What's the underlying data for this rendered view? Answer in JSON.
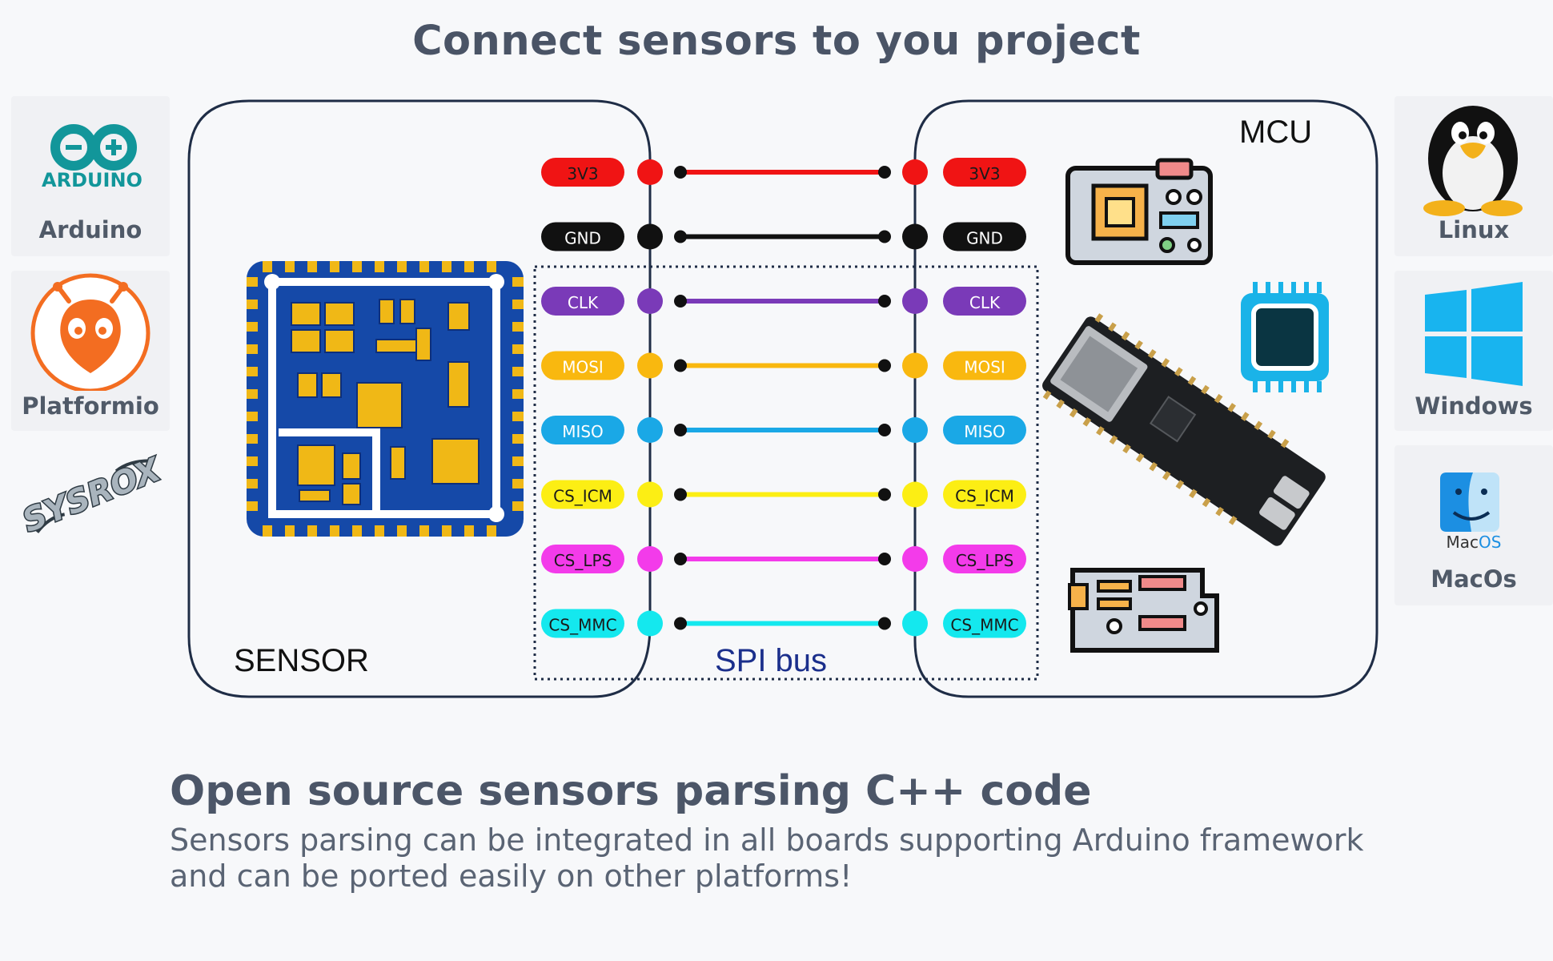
{
  "title": "Connect sensors to you project",
  "left_platforms": [
    {
      "name": "Arduino",
      "logo_text": "ARDUINO",
      "icon": "arduino-logo-icon"
    },
    {
      "name": "Platformio",
      "icon": "platformio-alien-icon"
    },
    {
      "name": "",
      "logo_text": "SYSROX",
      "icon": "sysrox-logo-icon"
    }
  ],
  "right_platforms": [
    {
      "name": "Linux",
      "icon": "tux-penguin-icon"
    },
    {
      "name": "Windows",
      "icon": "windows-logo-icon"
    },
    {
      "name": "MacOs",
      "logo_text_a": "Mac",
      "logo_text_b": "OS",
      "icon": "mac-finder-icon"
    }
  ],
  "diagram": {
    "sensor_label": "SENSOR",
    "mcu_label": "MCU",
    "bus_label": "SPI bus",
    "bus_label_color": "#1b2f8c",
    "sensor_icon": "sensor-pcb-icon",
    "mcu_icons": [
      "board-icon",
      "chip-icon",
      "esp32-devkit-icon",
      "circuit-board-icon"
    ],
    "pins": [
      {
        "label": "3V3",
        "color": "#f01414",
        "text_color": "#1a1a1a"
      },
      {
        "label": "GND",
        "color": "#111111",
        "text_color": "#ffffff"
      },
      {
        "label": "CLK",
        "color": "#7a3ab8",
        "text_color": "#ffffff"
      },
      {
        "label": "MOSI",
        "color": "#f9b80f",
        "text_color": "#ffffff"
      },
      {
        "label": "MISO",
        "color": "#1aa8e6",
        "text_color": "#ffffff"
      },
      {
        "label": "CS_ICM",
        "color": "#fcee14",
        "text_color": "#1a1a1a"
      },
      {
        "label": "CS_LPS",
        "color": "#f33bea",
        "text_color": "#1a1a1a"
      },
      {
        "label": "CS_MMC",
        "color": "#14e8ee",
        "text_color": "#1a1a1a"
      }
    ]
  },
  "heading": "Open source sensors parsing C++ code",
  "body": "Sensors parsing can be integrated in all boards supporting Arduino framework and can be ported easily on other platforms!"
}
